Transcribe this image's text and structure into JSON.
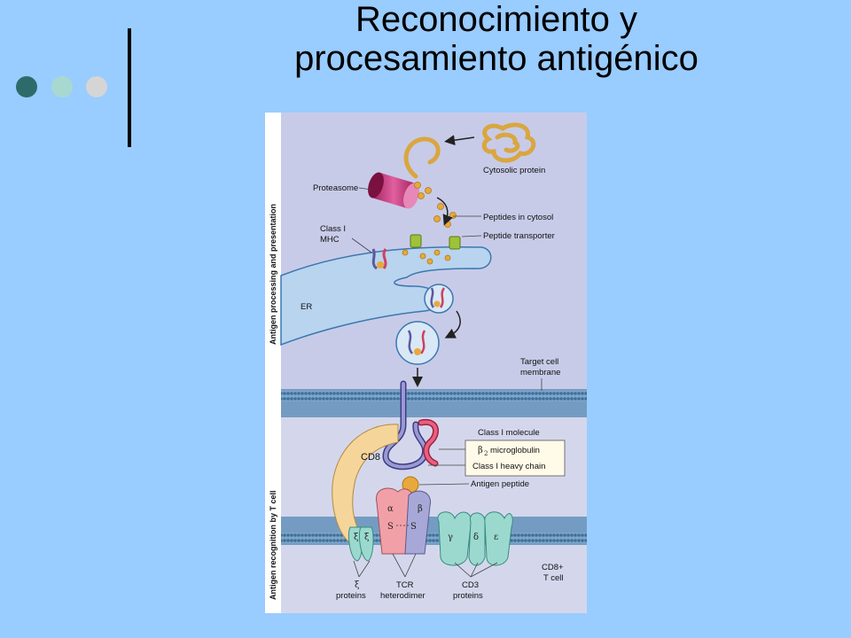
{
  "slide": {
    "title_line1": "Reconocimiento y",
    "title_line2": "procesamiento antigénico",
    "bullet_colors": [
      "#2d6b6b",
      "#a8d9d0",
      "#d5d5d5"
    ]
  },
  "figure": {
    "side_labels": {
      "top": "Antigen processing and presentation",
      "bottom": "Antigen recognition by T cell"
    },
    "labels": {
      "cytosolic_protein": "Cytosolic protein",
      "proteasome": "Proteasome",
      "peptides_in_cytosol": "Peptides in cytosol",
      "class1_mhc_line1": "Class I",
      "class1_mhc_line2": "MHC",
      "peptide_transporter": "Peptide transporter",
      "er": "ER",
      "target_membrane_line1": "Target cell",
      "target_membrane_line2": "membrane",
      "class1_molecule": "Class I molecule",
      "b2_microglobulin": "microglobulin",
      "class1_heavy_chain": "Class I heavy chain",
      "antigen_peptide": "Antigen peptide",
      "cd8": "CD8",
      "cd8_tcell_line1": "CD8+",
      "cd8_tcell_line2": "T cell",
      "xi_proteins_line2": "proteins",
      "tcr_line1": "TCR",
      "tcr_line2": "heterodimer",
      "cd3_line1": "CD3",
      "cd3_line2": "proteins"
    },
    "greek": {
      "alpha": "α",
      "beta": "β",
      "beta2": "β",
      "beta2_sub": "2",
      "s_left": "S",
      "s_right": "S",
      "gamma": "γ",
      "delta": "δ",
      "epsilon": "ε",
      "xi1": "ξ",
      "xi2": "ξ",
      "xi_label": "ξ"
    }
  }
}
